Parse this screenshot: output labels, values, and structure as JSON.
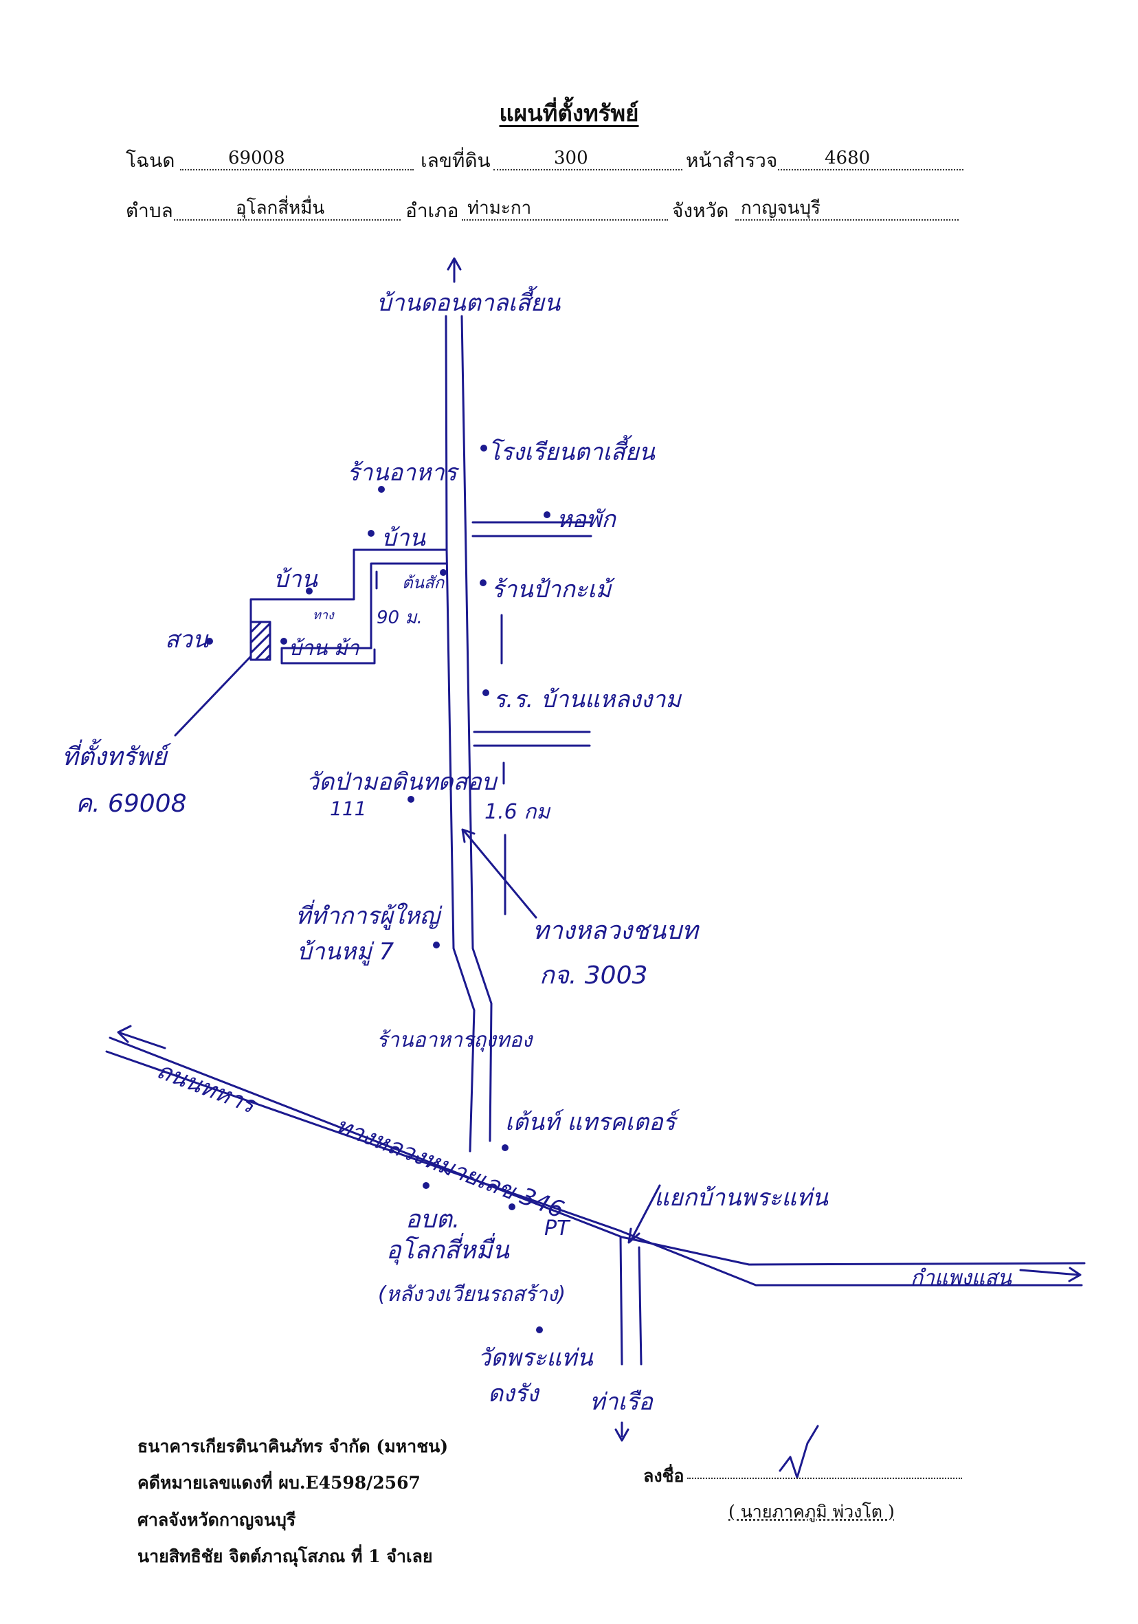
{
  "header": {
    "title": "แผนที่ตั้งทรัพย์",
    "deed_label": "โฉนด",
    "deed_value": "69008",
    "parcel_label": "เลขที่ดิน",
    "parcel_value": "300",
    "survey_label": "หน้าสำรวจ",
    "survey_value": "4680",
    "subdistrict_label": "ตำบล",
    "subdistrict_value": "อุโลกสี่หมื่น",
    "district_label": "อำเภอ",
    "district_value": "ท่ามะกา",
    "province_label": "จังหวัด",
    "province_value": "กาญจนบุรี"
  },
  "map_labels": {
    "north_destination": "บ้านดอนตาลเสี้ยน",
    "school_north": "โรงเรียนตาเสี้ยน",
    "restaurant": "ร้านอาหาร",
    "dormitory": "หอพัก",
    "house_1": "บ้าน",
    "house_2": "บ้าน",
    "house_3": "บ้าน ม้า",
    "garden": "สวน",
    "lane_label": "ทาง",
    "distance_short": "90 ม.",
    "tree_spot": "ต้นสัก",
    "shop": "ร้านป้ากะเม้",
    "school": "ร.ร. บ้านแหลงงาม",
    "temple_land": "วัดป่ามอดินทดสอบ",
    "temple_land_no": "111",
    "distance_long": "1.6 กม",
    "property_label": "ที่ตั้งทรัพย์",
    "property_deed": "ค. 69008",
    "headman_office": "ที่ทำการผู้ใหญ่",
    "village_no": "บ้านหมู่ 7",
    "rural_road": "ทางหลวงชนบท",
    "rural_road_no": "กจ. 3003",
    "shrine": "ร้านอาหารถุงทอง",
    "highway_name": "ถนนทหาร",
    "highway_label": "ทางหลวงหมายเลข 346",
    "tractor_shop": "เต้นท์ แทรคเตอร์",
    "phra_thaen_junction": "แยกบ้านพระแท่น",
    "sao_office": "อบต.",
    "sao_name": "อุโลกสี่หมื่น",
    "sao_note": "(หลังวงเวียนรถสร้าง)",
    "gas_station": "PT",
    "kamphaeng_saen": "กำแพงแสน",
    "wat_phra_thaen": "วัดพระแท่น",
    "wat_phra_thaen_2": "ดงรัง",
    "tha_ruea": "ท่าเรือ"
  },
  "footer": {
    "bank": "ธนาคารเกียรตินาคินภัทร จำกัด (มหาชน)",
    "case_no": "คดีหมายเลขแดงที่ ผบ.E4598/2567",
    "court": "ศาลจังหวัดกาญจนบุรี",
    "defendant": "นายสิทธิชัย  จิตต์ภาณุโสภณ ที่ 1 จำเลย",
    "sign_label": "ลงชื่อ",
    "signer": "( นายภาคภูมิ พ่วงโต )"
  },
  "colors": {
    "ink": "#1c1a8f",
    "text": "#111111"
  }
}
